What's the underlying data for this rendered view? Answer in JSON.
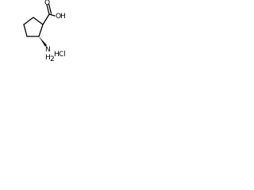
{
  "molecule": {
    "labels": {
      "hydroxyl_o": "O",
      "hydroxyl_h": "H",
      "carbonyl_o": "O",
      "amine_n": "N",
      "amine_h": "H",
      "amine_h_sub": "2",
      "salt_h": "H",
      "salt_cl": "Cl"
    }
  },
  "colors": {
    "ink": "#000000",
    "background": "#ffffff"
  }
}
